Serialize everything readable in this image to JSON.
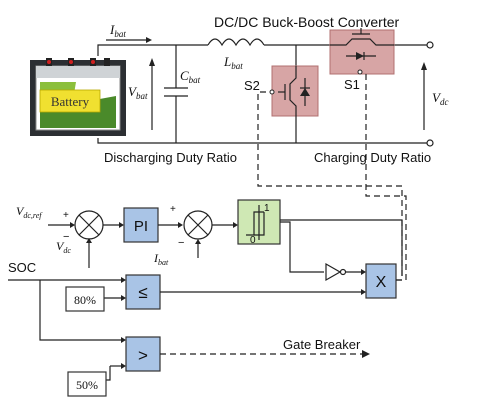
{
  "title": "DC/DC Buck-Boost Converter",
  "battery": {
    "label": "Battery"
  },
  "labels": {
    "i_bat": "I",
    "i_bat_sub": "bat",
    "v_bat": "V",
    "v_bat_sub": "bat",
    "c_bat": "C",
    "c_bat_sub": "bat",
    "l_bat": "L",
    "l_bat_sub": "bat",
    "v_dc": "V",
    "v_dc_sub": "dc",
    "s1": "S1",
    "s2": "S2",
    "discharging": "Discharging Duty Ratio",
    "charging": "Charging Duty Ratio",
    "v_dc_ref": "V",
    "v_dc_ref_sub": "dc,ref",
    "v_dc_fb": "V",
    "v_dc_fb_sub": "dc",
    "i_bat_fb": "I",
    "i_bat_fb_sub": "bat",
    "soc": "SOC",
    "gate_breaker": "Gate Breaker"
  },
  "blocks": {
    "pi": "PI",
    "le": "≤",
    "gt": ">",
    "mult": "X",
    "pct_80": "80%",
    "pct_50": "50%",
    "sat_top": "1",
    "sat_bottom": "0"
  },
  "signs": {
    "plus1": "+",
    "minus1": "−",
    "plus2": "+",
    "minus2": "−"
  },
  "colors": {
    "block_blue": "#a9c4e6",
    "switch_pink": "#d7a5a5",
    "sat_green": "#cfe8b4"
  }
}
